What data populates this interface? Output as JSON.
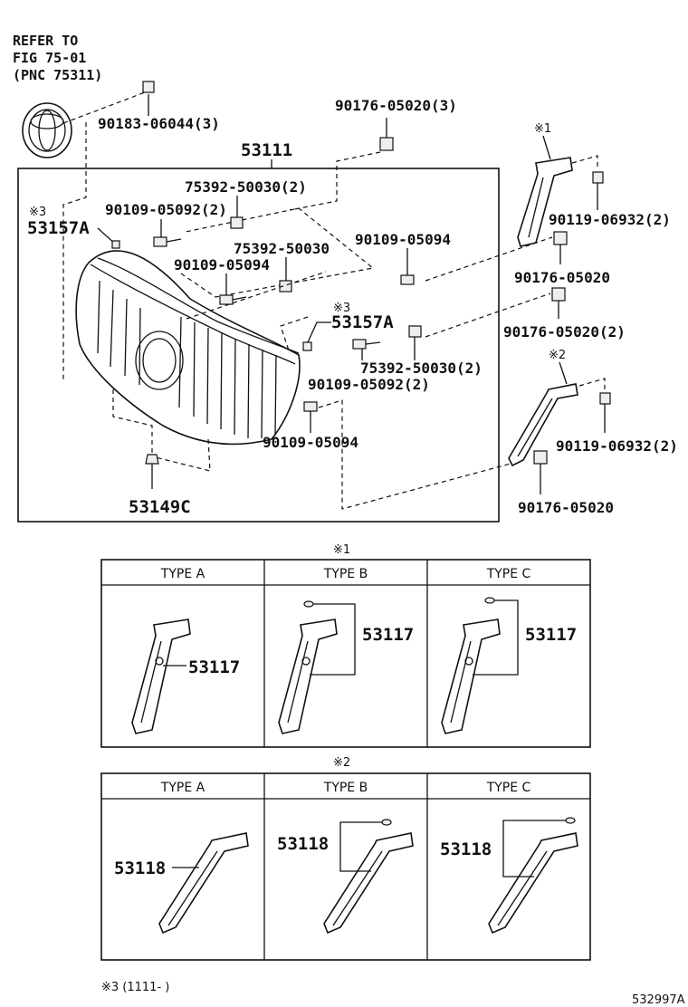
{
  "reference": {
    "line1": "REFER TO",
    "line2": "FIG 75-01",
    "line3": "(PNC 75311)"
  },
  "callouts": {
    "c90183": "90183-06044(3)",
    "c90176_top": "90176-05020(3)",
    "c53111": "53111",
    "c75392_a": "75392-50030(2)",
    "c90109_a": "90109-05092(2)",
    "c53157A_left": "53157A",
    "c75392_b": "75392-50030",
    "c90109_b": "90109-05094",
    "c90109_c": "90109-05094",
    "c53157A_mid": "53157A",
    "c75392_c": "75392-50030(2)",
    "c90109_d": "90109-05092(2)",
    "c90109_e": "90109-05094",
    "c53149C": "53149C",
    "c90119_a": "90119-06932(2)",
    "c90176_b": "90176-05020",
    "c90176_c": "90176-05020(2)",
    "c90119_b": "90119-06932(2)",
    "c90176_d": "90176-05020"
  },
  "marks": {
    "m1": "※1",
    "m2": "※2",
    "m3_left": "※3",
    "m3_mid": "※3",
    "table1_mark": "※1",
    "table2_mark": "※2"
  },
  "table1": {
    "headers": [
      "TYPE A",
      "TYPE B",
      "TYPE C"
    ],
    "part": "53117"
  },
  "table2": {
    "headers": [
      "TYPE A",
      "TYPE B",
      "TYPE C"
    ],
    "part": "53118"
  },
  "footnote": "※3 (1111-     )",
  "diagram_id": "532997A"
}
